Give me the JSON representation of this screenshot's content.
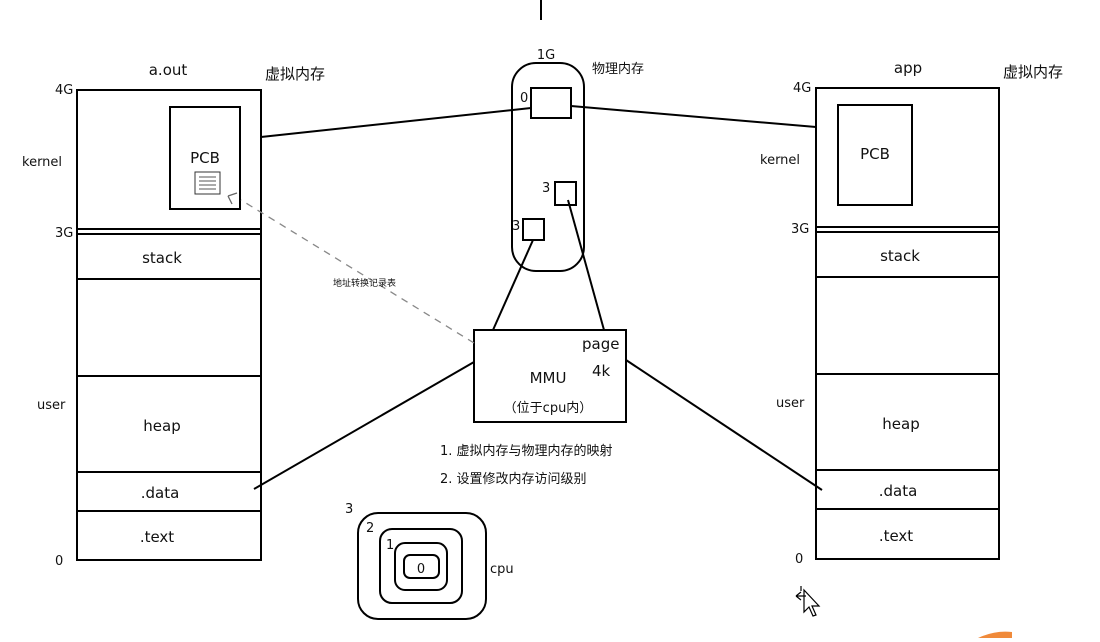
{
  "left_process": {
    "title": "a.out",
    "vm_label": "虚拟内存",
    "addr_top": "4G",
    "addr_mid": "3G",
    "addr_bottom": "0",
    "kernel_label": "kernel",
    "user_label": "user",
    "pcb_label": "PCB",
    "segments": {
      "stack": "stack",
      "heap": "heap",
      "data": ".data",
      "text": ".text"
    }
  },
  "right_process": {
    "title": "app",
    "vm_label": "虚拟内存",
    "addr_top": "4G",
    "addr_mid": "3G",
    "addr_bottom": "0",
    "kernel_label": "kernel",
    "user_label": "user",
    "pcb_label": "PCB",
    "segments": {
      "stack": "stack",
      "heap": "heap",
      "data": ".data",
      "text": ".text"
    }
  },
  "physical_memory": {
    "size_label": "1G",
    "label": "物理内存",
    "page_labels": [
      "0",
      "3",
      "3"
    ]
  },
  "mmu": {
    "title": "MMU",
    "subtitle": "（位于cpu内）",
    "page_label": "page",
    "page_size": "4k"
  },
  "annotation": {
    "address_table": "地址转换记录表"
  },
  "notes": [
    "1. 虚拟内存与物理内存的映射",
    "2. 设置修改内存访问级别"
  ],
  "cpu_rings": {
    "label": "cpu",
    "levels": [
      "3",
      "2",
      "1",
      "0"
    ]
  }
}
